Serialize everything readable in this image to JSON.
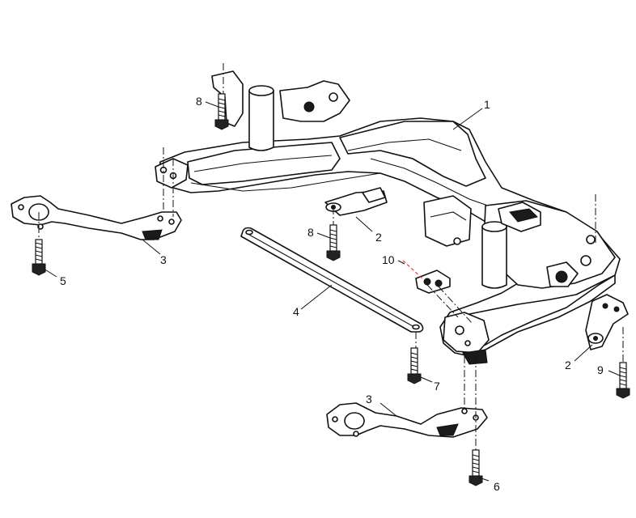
{
  "callouts": {
    "c1": "1",
    "c2a": "2",
    "c2b": "2",
    "c3a": "3",
    "c3b": "3",
    "c4": "4",
    "c5": "5",
    "c6": "6",
    "c7": "7",
    "c8a": "8",
    "c8b": "8",
    "c9": "9",
    "c10": "10"
  }
}
